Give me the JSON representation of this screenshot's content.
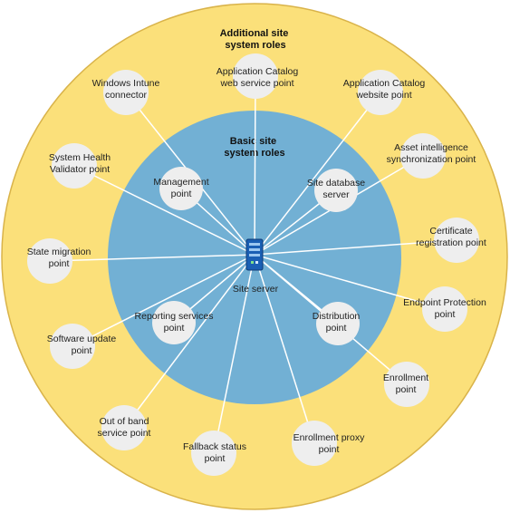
{
  "colors": {
    "outer_ring_fill": "#fbe07a",
    "outer_ring_stroke": "#d9b34a",
    "inner_circle_fill": "#72b0d4",
    "node_fill": "#eeeeee",
    "connector_line": "#ffffff"
  },
  "outer_title": [
    "Additional site",
    "system roles"
  ],
  "inner_title": [
    "Basic site",
    "system roles"
  ],
  "center": {
    "label": "Site server",
    "icon": "server-icon"
  },
  "basic_roles": [
    {
      "lines": [
        "Management",
        "point"
      ]
    },
    {
      "lines": [
        "Site database",
        "server"
      ]
    },
    {
      "lines": [
        "Reporting services",
        "point"
      ]
    },
    {
      "lines": [
        "Distribution",
        "point"
      ]
    }
  ],
  "additional_roles": [
    {
      "lines": [
        "Windows Intune",
        "connector"
      ]
    },
    {
      "lines": [
        "Application Catalog",
        "web service point"
      ]
    },
    {
      "lines": [
        "Application Catalog",
        "website point"
      ]
    },
    {
      "lines": [
        "Asset intelligence",
        "synchronization point"
      ]
    },
    {
      "lines": [
        "System Health",
        "Validator point"
      ]
    },
    {
      "lines": [
        "Certificate",
        "registration point"
      ]
    },
    {
      "lines": [
        "State migration",
        "point"
      ]
    },
    {
      "lines": [
        "Endpoint Protection",
        "point"
      ]
    },
    {
      "lines": [
        "Software update",
        "point"
      ]
    },
    {
      "lines": [
        "Enrollment",
        "point"
      ]
    },
    {
      "lines": [
        "Out of band",
        "service point"
      ]
    },
    {
      "lines": [
        "Enrollment proxy",
        "point"
      ]
    },
    {
      "lines": [
        "Fallback status",
        "point"
      ]
    }
  ]
}
